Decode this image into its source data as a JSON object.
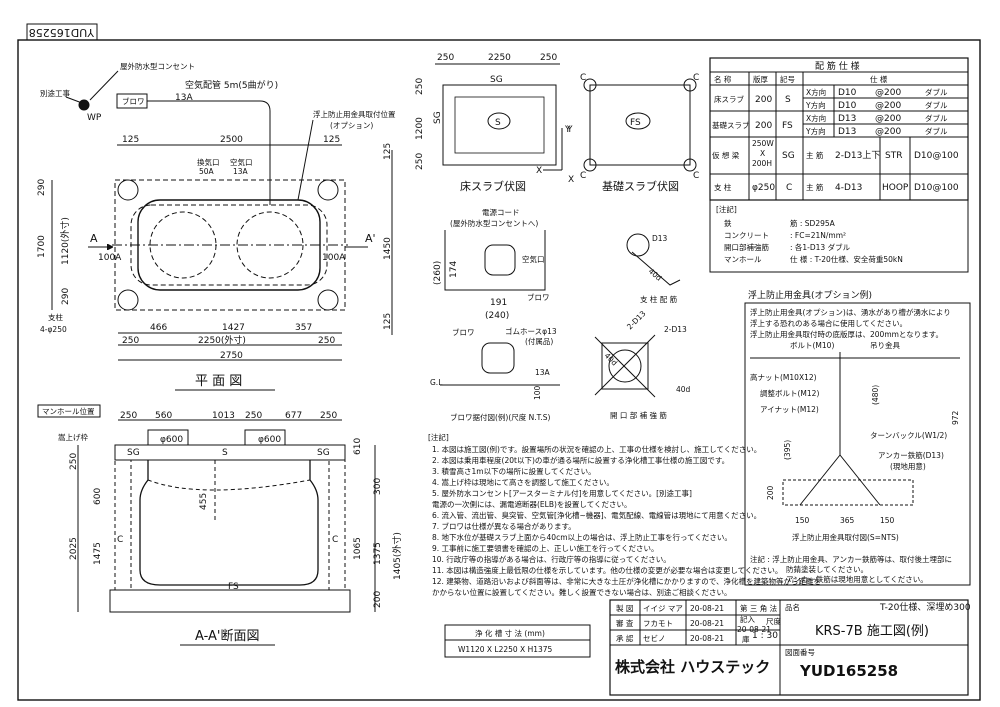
{
  "drawing_number_stamp": "YUD165258",
  "plan": {
    "title": "平 面 図",
    "exterior_outlet_label": "屋外防水型コンセント",
    "air_pipe_label": "空気配管 5m(5曲がり)",
    "pipe_13a": "13A",
    "blower_label": "ブロワ",
    "separate_work_label": "別途工事",
    "wp_label": "WP",
    "anti_float_label_1": "浮上防止用金具取付位置",
    "anti_float_label_2": "(オプション)",
    "inlet_label": "A",
    "outlet_label": "A'",
    "inlet_pipe": "100A",
    "outlet_pipe": "100A",
    "air_vent_label": "空気口",
    "air_vent_size": "13A",
    "drain_label": "換気口",
    "drain_size": "50A",
    "dim_125_left": "125",
    "dim_2500": "2500",
    "dim_125_right": "125",
    "dim_290_top": "290",
    "dim_1700": "1700",
    "dim_1120_outer": "1120(外寸)",
    "dim_290_bottom": "290",
    "dim_125_r1": "125",
    "dim_1450": "1450",
    "dim_125_r2": "125",
    "dim_466": "466",
    "dim_1427": "1427",
    "dim_357": "357",
    "dim_250_l": "250",
    "dim_2250_outer": "2250(外寸)",
    "dim_250_r": "250",
    "dim_2750": "2750",
    "post_label": "支柱",
    "post_spec": "4-φ250"
  },
  "section": {
    "title": "A-A'断面図",
    "manhole_label": "マンホール位置",
    "gl_frame_label": "嵩上げ枠",
    "dim_250": "250",
    "dim_560": "560",
    "dim_1013": "1013",
    "dim_250b": "250",
    "dim_677": "677",
    "dim_250c": "250",
    "phi600_a": "φ600",
    "phi600_b": "φ600",
    "sg_left": "SG",
    "s_mid": "S",
    "sg_right": "SG",
    "dim_610": "610",
    "dim_300": "300",
    "dim_600": "600",
    "dim_455": "455",
    "dim_2025": "2025",
    "dim_1475": "1475",
    "dim_1065": "1065",
    "dim_1375": "1375",
    "dim_1405_outer": "1405(外寸)",
    "dim_200": "200",
    "c_left": "C",
    "c_right": "C",
    "fs_label": "FS"
  },
  "floor_slab": {
    "title": "床スラブ伏図",
    "dim_250": "250",
    "dim_2250": "2250",
    "dim_250b": "250",
    "sg_top": "SG",
    "sg_side": "SG",
    "dim_250v": "250",
    "dim_1200": "1200",
    "dim_250v2": "250",
    "center": "S",
    "x_label": "X",
    "y_label": "Y"
  },
  "foundation_slab": {
    "title": "基礎スラブ伏図",
    "center": "FS",
    "c1": "C",
    "c2": "C",
    "c3": "C",
    "c4": "C",
    "x_label": "X",
    "y_label": "Y"
  },
  "rebar_table": {
    "title": "配 筋 仕 様",
    "headers": [
      "名 称",
      "版厚",
      "記号",
      "仕 様"
    ],
    "rows": [
      {
        "name": "床スラブ",
        "thick": "200",
        "mark": "S",
        "dir1": "X方向",
        "bar1": "D10",
        "pitch1": "@200",
        "type1": "ダブル",
        "dir2": "Y方向",
        "bar2": "D10",
        "pitch2": "@200",
        "type2": "ダブル"
      },
      {
        "name": "基礎スラブ",
        "thick": "200",
        "mark": "FS",
        "dir1": "X方向",
        "bar1": "D13",
        "pitch1": "@200",
        "type1": "ダブル",
        "dir2": "Y方向",
        "bar2": "D13",
        "pitch2": "@200",
        "type2": "ダブル"
      }
    ],
    "beam_row": {
      "name": "仮 想 梁",
      "size1": "250W",
      "size2": "X",
      "size3": "200H",
      "mark": "SG",
      "main": "主 筋",
      "main_spec": "2-D13上下",
      "sub": "STR",
      "sub_spec": "D10@100"
    },
    "post_row": {
      "name": "支 柱",
      "size": "φ250",
      "mark": "C",
      "main": "主 筋",
      "main_spec": "4-D13",
      "sub": "HOOP",
      "sub_spec": "D10@100"
    },
    "notes_title": "[注記]",
    "notes": [
      [
        "鉄",
        "筋 : SD295A"
      ],
      [
        "コンクリート",
        ": FC=21N/mm²"
      ],
      [
        "開口部補強筋",
        ": 各1-D13 ダブル"
      ],
      [
        "マンホール",
        "仕 様 : T-20仕様、安全荷重50kN"
      ]
    ]
  },
  "blower_install": {
    "title": "ブロワ据付図(例)(尺度 N.T.S)",
    "cord_label": "電源コード",
    "outlet_label": "(屋外防水型コンセントへ)",
    "air_vent": "空気口",
    "blower": "ブロワ",
    "dim_260": "(260)",
    "dim_174": "174",
    "dim_191": "191",
    "dim_240": "(240)",
    "blower2": "ブロワ",
    "hose_label": "ゴムホースφ13",
    "hose_sub": "(付属品)",
    "gl": "G.L",
    "dim_13a": "13A",
    "dim_100": "100"
  },
  "post_rebar": {
    "title": "支 柱 配 筋",
    "d13": "D13",
    "d40": "40d"
  },
  "opening_rebar": {
    "title": "開 口 部 補 強 筋",
    "label_a": "2-D13",
    "label_b": "2-D13",
    "d40a": "40d",
    "d40b": "40d"
  },
  "anti_float": {
    "title": "浮上防止用金具(オプション例)",
    "desc": [
      "浮上防止用金具(オプション)は、湧水があり槽が湧水により",
      "浮上する恐れのある場合に使用してください。",
      "浮上防止用金具取付時の底版厚は、200mmとなります。"
    ],
    "bolt_m10": "ボルト(M10)",
    "hook": "吊り金具",
    "high_nut": "高ナット(M10X12)",
    "adj_bolt": "調整ボルト(M12)",
    "eye_nut": "アイナット(M12)",
    "turnbuckle": "ターンバックル(W1/2)",
    "anchor_1": "アンカー鉄筋(D13)",
    "anchor_2": "(現地用意)",
    "dim_480": "(480)",
    "dim_972": "972",
    "dim_395": "(395)",
    "dim_200": "200",
    "dim_150": "150",
    "dim_365": "365",
    "caption": "浮上防止用金具取付図(S=NTS)",
    "note_1": "注記 : 浮上防止用金具、アンカー鉄筋等は、取付後土埋部に",
    "note_2": "防錆塗装してください。",
    "note_3": "アンカー鉄筋は現地用意としてください。"
  },
  "notes": {
    "title": "[注記]",
    "lines": [
      "1. 本図は施工図(例)です。設置場所の状況を確認の上、工事の仕様を検討し、施工してください。",
      "2. 本図は乗用車程度(20t以下)の車が通る場所に設置する浄化槽工事仕様の施工図です。",
      "3. 積雪高さ1m以下の場所に設置してください。",
      "4. 嵩上げ枠は現地にて高さを調整して施工ください。",
      "5. 屋外防水コンセント[アースターミナル付]を用意してください。[別途工事]",
      "   電源の一次側には、漏電遮断器(ELB)を設置してください。",
      "6. 流入管、流出管、臭突管、空気管[浄化槽~機器]、電気配線、電線管は現地にて用意ください。",
      "7. ブロワは仕様が異なる場合があります。",
      "8. 地下水位が基礎スラブ上面から40cm以上の場合は、浮上防止工事を行ってください。",
      "9. 工事前に施工要領書を確認の上、正しい施工を行ってください。",
      "10. 行政庁等の指導がある場合は、行政庁等の指導に従ってください。",
      "11. 本図は構造強度上最低限の仕様を示しています。他の仕様の変更が必要な場合は変更してください。",
      "12. 建築物、道路沿いおよび斜面等は、非常に大きな土圧が浄化槽にかかりますので、浄化槽を建築物等から距離を",
      "    かからない位置に設置してください。難しく設置できない場合は、別途ご相談ください。"
    ]
  },
  "tank_size": {
    "title": "浄 化 槽 寸 法 (mm)",
    "value": "W1120 X L2250 X H1375"
  },
  "title_block": {
    "row1_role": "製 図",
    "row1_name": "イイジ マア",
    "row1_date": "20-08-21",
    "row2_role": "審 査",
    "row2_name": "フカモト",
    "row2_date": "20-08-21",
    "row3_role": "承 認",
    "row3_name": "セビノ",
    "row3_date": "20-08-21",
    "projection": "第 三 角 法",
    "scale_label": "尺度",
    "scale": "1 : 30",
    "revision_1": "記入",
    "revision_2": "20-08-21",
    "revision_3": "庫",
    "product_label": "品名",
    "product_spec": "T-20仕様、深埋め300",
    "product_name": "KRS-7B 施工図(例)",
    "drawing_no_label": "図面番号",
    "drawing_no": "YUD165258",
    "company": "株式会社 ハウステック"
  }
}
